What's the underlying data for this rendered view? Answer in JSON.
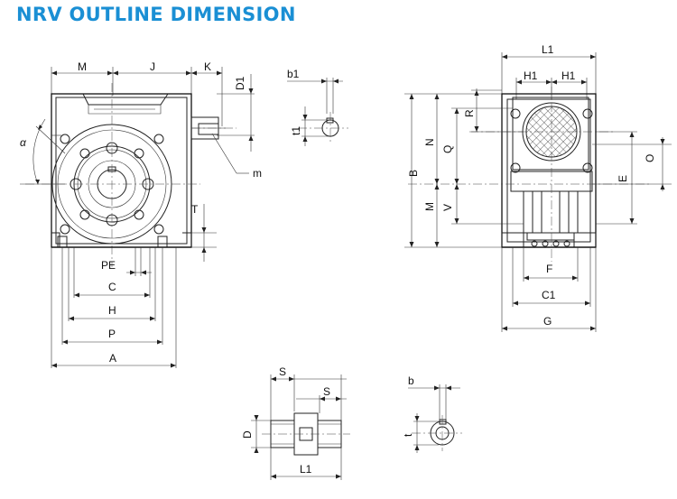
{
  "title": "NRV OUTLINE DIMENSION",
  "labels": {
    "M": "M",
    "J": "J",
    "K": "K",
    "D1": "D1",
    "alpha": "α",
    "m": "m",
    "T": "T",
    "PE": "PE",
    "C": "C",
    "H": "H",
    "P": "P",
    "A": "A",
    "b1": "b1",
    "t1": "t1",
    "L1": "L1",
    "H1a": "H1",
    "H1b": "H1",
    "B": "B",
    "N": "N",
    "Q": "Q",
    "R": "R",
    "O": "O",
    "E": "E",
    "M2": "M",
    "V": "V",
    "F": "F",
    "C1": "C1",
    "G": "G",
    "S1": "S",
    "S2": "S",
    "D": "D",
    "L1b": "L1",
    "b": "b",
    "t": "t"
  }
}
